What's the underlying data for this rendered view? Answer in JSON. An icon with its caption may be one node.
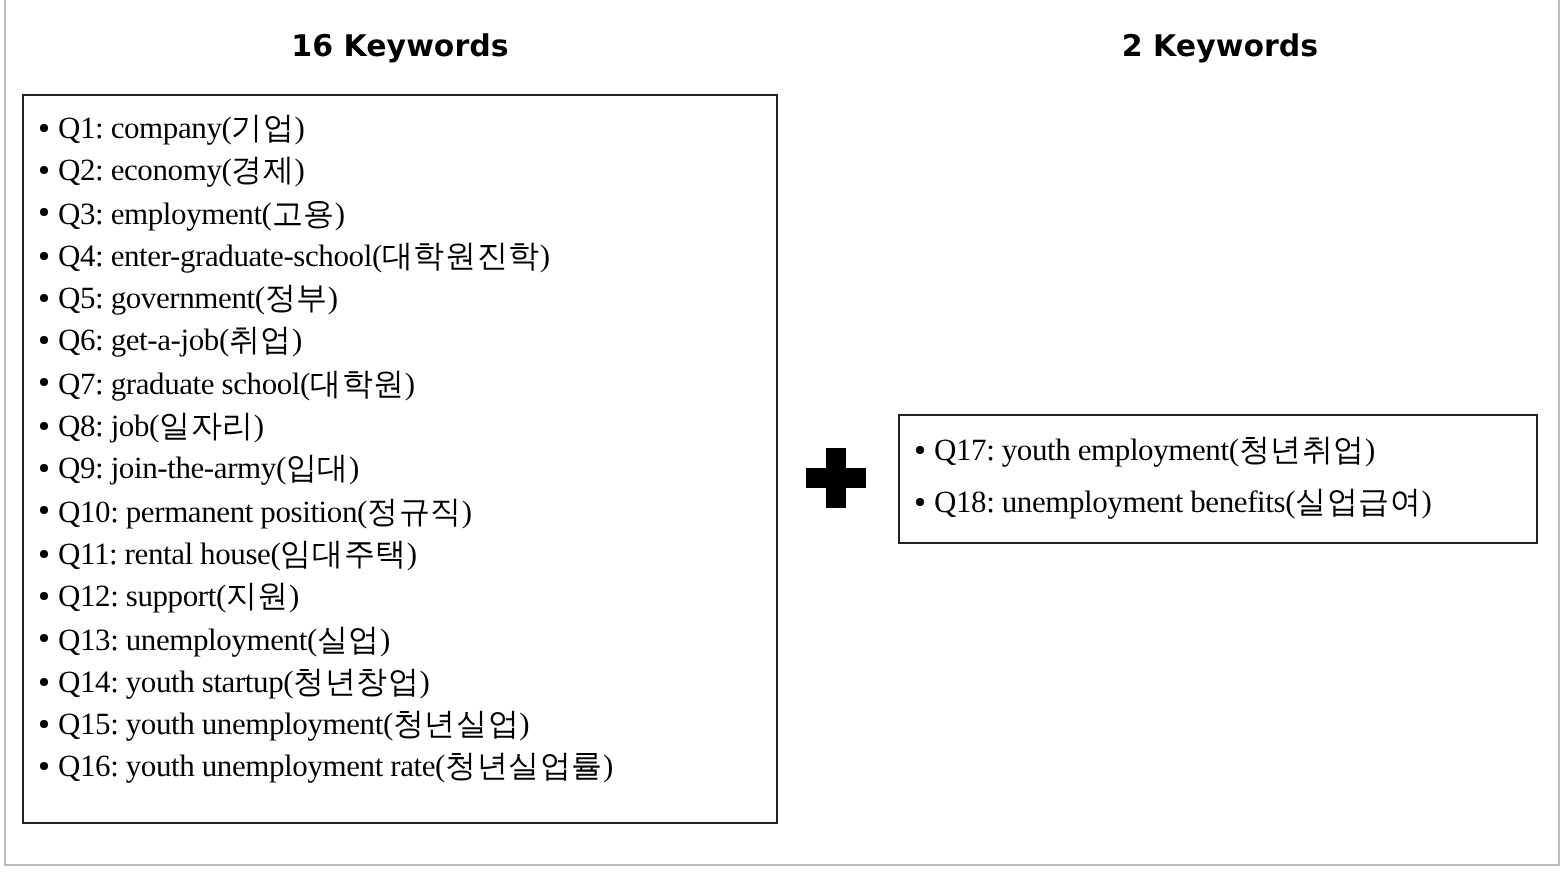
{
  "diagram": {
    "nodes": [
      {
        "text": [
          "Q1: company(기업)",
          "Q2: economy(경제)",
          "Q3: employment(고용)",
          "Q4: enter-graduate-school(대학원진학)",
          "Q5: government(정부)",
          "Q6: get-a-job(취업)",
          "Q7: graduate school(대학원)",
          "Q8: job(일자리)",
          "Q9: join-the-army(입대)",
          "Q10: permanent position(정규직)",
          "Q11: rental house(임대주택)",
          "Q12: support(지원)",
          "Q13: unemployment(실업)",
          "Q14: youth startup(청년창업)",
          "Q15: youth unemployment(청년실업)",
          "Q16: youth unemployment rate(청년실업률)"
        ]
      },
      {
        "text": [
          "Q17: youth employment(청년취업)",
          "Q18: unemployment benefits(실업급여)"
        ]
      }
    ],
    "labels": [
      "16 Keywords",
      "2 Keywords"
    ]
  }
}
